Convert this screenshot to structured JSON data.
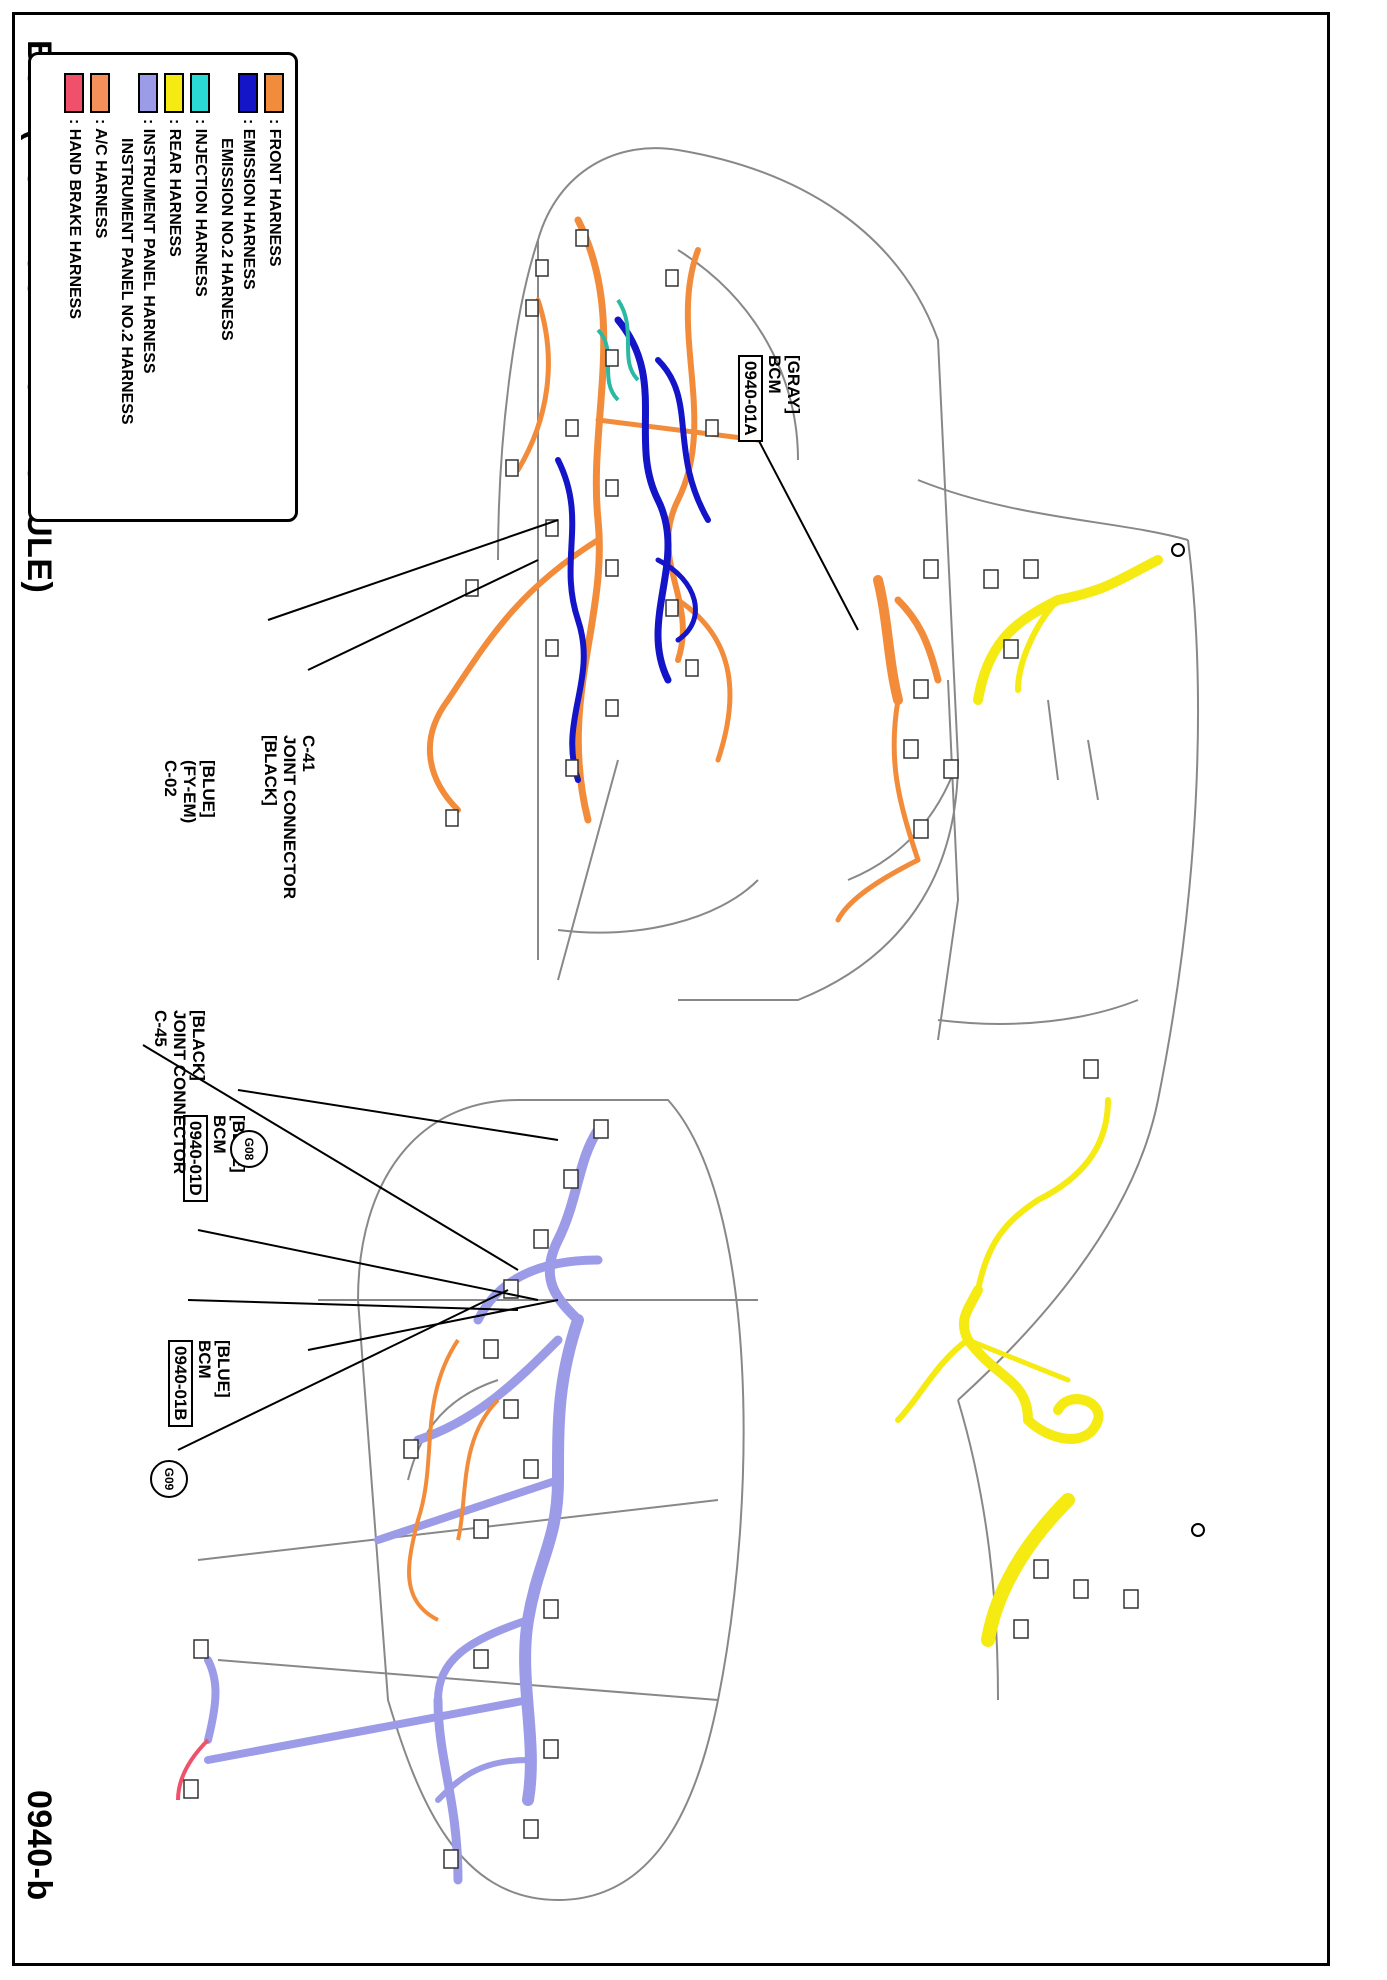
{
  "title": "BCM (BODY CONTROL MODULE)",
  "page_code": "0940-b",
  "legend": [
    {
      "label": ": FRONT HARNESS",
      "color": "#f28c3a"
    },
    {
      "label": ": EMISSION HARNESS",
      "sub": "EMISSION NO.2 HARNESS",
      "color": "#1414c8"
    },
    {
      "label": ": INJECTION HARNESS",
      "color": "#2bd9d4"
    },
    {
      "label": ": REAR HARNESS",
      "color": "#f5ea12"
    },
    {
      "label": ": INSTRUMENT PANEL HARNESS",
      "sub": "INSTRUMENT PANEL NO.2 HARNESS",
      "color": "#9b9be8"
    },
    {
      "label": ": A/C HARNESS",
      "color": "#f5905a"
    },
    {
      "label": ": HAND BRAKE HARNESS",
      "color": "#f0506a"
    }
  ],
  "callouts": {
    "c02": {
      "line1": "[BLUE]",
      "line2": "(FY-EM)",
      "line3": "C-02"
    },
    "c41": {
      "line1": "C-41",
      "line2": "JOINT CONNECTOR",
      "line3": "[BLACK]"
    },
    "bcm_a": {
      "line1": "[GRAY]",
      "line2": "BCM",
      "code": "0940-01A"
    },
    "bcm_d": {
      "line1": "[BLUE]",
      "line2": "BCM",
      "code": "0940-01D"
    },
    "c45": {
      "line1": "[BLACK]",
      "line2": "JOINT CONNECTOR",
      "line3": "C-45"
    },
    "bcm_b": {
      "line1": "[BLUE]",
      "line2": "BCM",
      "code": "0940-01B"
    }
  },
  "grounds": {
    "g08": "G08",
    "g09": "G09"
  }
}
